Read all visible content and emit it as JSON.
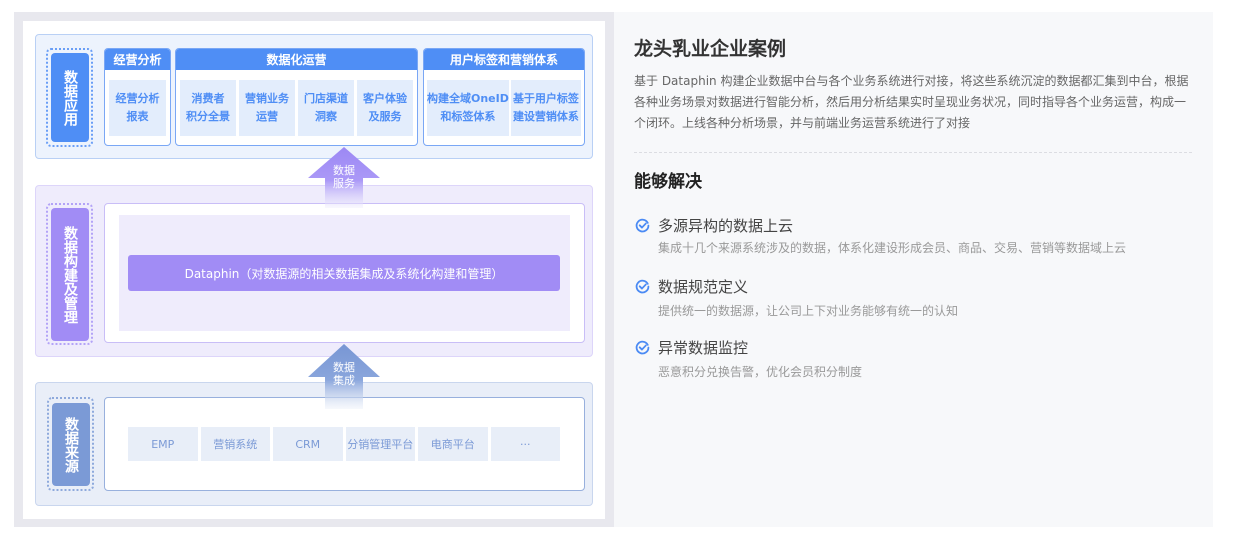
{
  "left_diagram": {
    "app_layer": {
      "label": "数据应用",
      "groups": [
        {
          "title": "经营分析",
          "cells": [
            {
              "l1": "经营分析",
              "l2": "报表"
            }
          ]
        },
        {
          "title": "数据化运营",
          "cells": [
            {
              "l1": "消费者",
              "l2": "积分全景"
            },
            {
              "l1": "营销业务",
              "l2": "运营"
            },
            {
              "l1": "门店渠道",
              "l2": "洞察"
            },
            {
              "l1": "客户体验",
              "l2": "及服务"
            }
          ]
        },
        {
          "title": "用户标签和营销体系",
          "cells": [
            {
              "l1": "构建全域OneID",
              "l2": "和标签体系"
            },
            {
              "l1": "基于用户标签",
              "l2": "建设营销体系"
            }
          ]
        }
      ]
    },
    "arrow_service": {
      "l1": "数据",
      "l2": "服务"
    },
    "build_layer": {
      "label": "数据构建及管理",
      "bar_text": "Dataphin（对数据源的相关数据集成及系统化构建和管理）"
    },
    "arrow_integration": {
      "l1": "数据",
      "l2": "集成"
    },
    "source_layer": {
      "label": "数据来源",
      "sources": [
        "EMP",
        "营销系统",
        "CRM",
        "分销管理平台",
        "电商平台",
        "···"
      ]
    }
  },
  "case_panel": {
    "title": "龙头乳业企业案例",
    "description_lines": [
      "基于 Dataphin 构建企业数据中台与各个业务系统进行对接，将这些系统沉淀的数据都汇集到中台，根据",
      "各种业务场景对数据进行智能分析，然后用分析结果实时呈现业务状况，同时指导各个业务运营，构成一",
      "个闭环。上线各种分析场景，并与前端业务运营系统进行了对接"
    ],
    "solve_heading": "能够解决",
    "solutions": [
      {
        "icon": "check-circle-icon",
        "title": "多源异构的数据上云",
        "desc": "集成十几个来源系统涉及的数据，体系化建设形成会员、商品、交易、营销等数据域上云"
      },
      {
        "icon": "check-circle-icon",
        "title": "数据规范定义",
        "desc": "提供统一的数据源，让公司上下对业务能够有统一的认知"
      },
      {
        "icon": "check-circle-icon",
        "title": "异常数据监控",
        "desc": "恶意积分兑换告警，优化会员积分制度"
      }
    ]
  },
  "colors": {
    "app_blue": "#4f8ef5",
    "build_purple": "#a18cf5",
    "source_steel": "#7b9ad6",
    "check_blue": "#4a8af4"
  }
}
